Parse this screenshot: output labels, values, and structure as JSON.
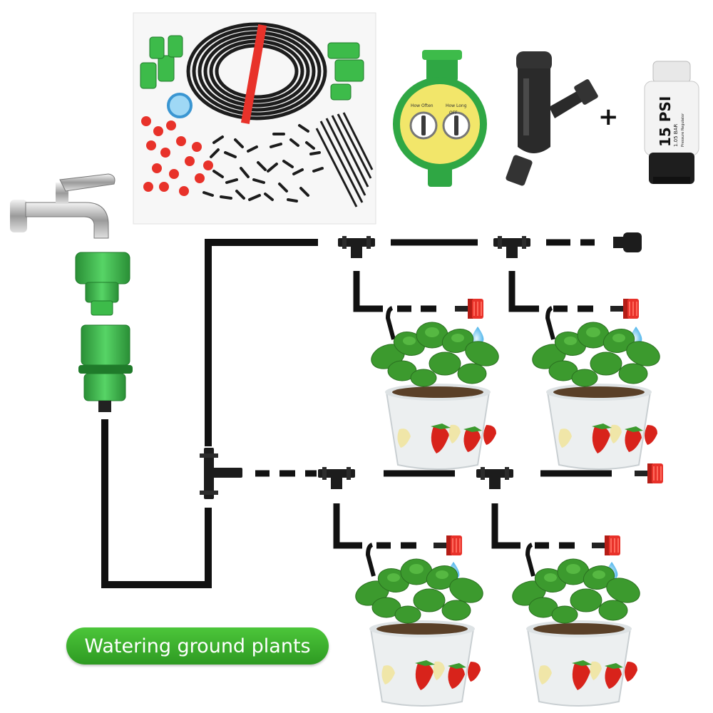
{
  "caption": "Watering ground plants",
  "pressure_regulator": {
    "psi_label": "15 PSI",
    "bar_label": "1.05 BAR",
    "sub_label": "Pressure Regulator"
  },
  "timer": {
    "left_label": "How Often",
    "right_label": "How Long",
    "off_label": "OFF"
  },
  "plus_sign": "+",
  "colors": {
    "pipe": "#111111",
    "fitting_green": "#3dbb4a",
    "dripper_red": "#e8322a",
    "label_green": "#3aab2c",
    "water_blue": "#6fc6f2"
  }
}
